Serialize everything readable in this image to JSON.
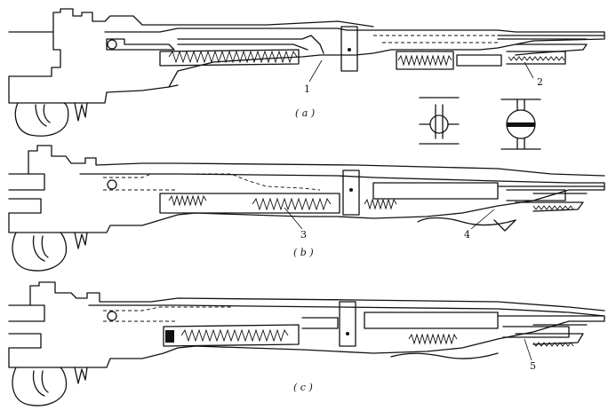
{
  "figure": {
    "views": [
      {
        "id": "a",
        "caption": "( a )",
        "callouts": [
          "1",
          "2"
        ]
      },
      {
        "id": "b",
        "caption": "( b )",
        "callouts": [
          "3",
          "4"
        ]
      },
      {
        "id": "c",
        "caption": "( c )",
        "callouts": [
          "5"
        ]
      }
    ]
  }
}
